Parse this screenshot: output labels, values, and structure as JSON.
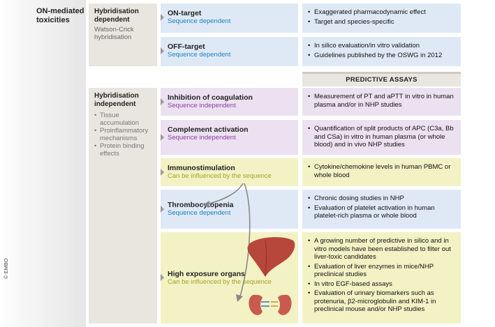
{
  "column1": {
    "title": "ON-mediated toxicities",
    "copyright": "© EMBO"
  },
  "hybridisation_dependent": {
    "title": "Hybridisation dependent",
    "subtitle": "Watson-Crick hybridisation"
  },
  "hybridisation_independent": {
    "title": "Hybridisation independent",
    "bullets": [
      "Tissue accumulation",
      "Proinflammatory mechanisms",
      "Protein binding effects"
    ]
  },
  "rows": [
    {
      "title": "ON-target",
      "subtitle": "Sequence dependent",
      "assays": [
        "Exaggerated pharmacodynamic effect",
        "Target and species-specific"
      ]
    },
    {
      "title": "OFF-target",
      "subtitle": "Sequence dependent",
      "assays": [
        "In silico evaluation/in vitro validation",
        "Guidelines published by the OSWG in 2012"
      ]
    },
    {
      "title": "Inhibition of coagulation",
      "subtitle": "Sequence independent",
      "assays": [
        "Measurement of PT and aPTT in vitro in human plasma and/or in NHP studies"
      ]
    },
    {
      "title": "Complement activation",
      "subtitle": "Sequence independent",
      "assays": [
        "Quantification of split products of APC (C3a, Bb and CSa) in vitro in human plasma (or whole blood) and in vivo NHP studies"
      ]
    },
    {
      "title": "Immunostimulation",
      "subtitle": "Can be influenced by the sequence",
      "assays": [
        "Cytokine/chemokine levels in human PBMC or whole blood"
      ]
    },
    {
      "title": "Thrombocytopenia",
      "subtitle": "Sequence dependent",
      "assays": [
        "Chronic dosing studies in NHP",
        "Evaluation of platelet activation in human platelet-rich plasma or whole blood"
      ]
    },
    {
      "title": "High exposure organs",
      "subtitle": "Can be influenced by the sequence",
      "assays": [
        "A growing number of predictive in silico and in vitro models have been established to filter out liver-toxic candidates",
        "Evaluation of liver enzymes in mice/NHP preclinical studies",
        "In vitro EGF-based assays",
        "Evaluation of urinary biomarkers such as protenuria, β2-microglobulin and KIM-1 in preclinical mouse and/or NHP studies"
      ]
    }
  ],
  "predictive_assays_header": "PREDICTIVE ASSAYS",
  "colors": {
    "blue_panel": "#dfe9f6",
    "purple_panel": "#ece1f1",
    "yellow_panel": "#f2f2c5",
    "blue_text": "#1f7fc0",
    "purple_text": "#8e3fa6",
    "olive_text": "#a4a323"
  },
  "icons": [
    "liver-icon",
    "kidney-icon",
    "curved-arrow"
  ]
}
